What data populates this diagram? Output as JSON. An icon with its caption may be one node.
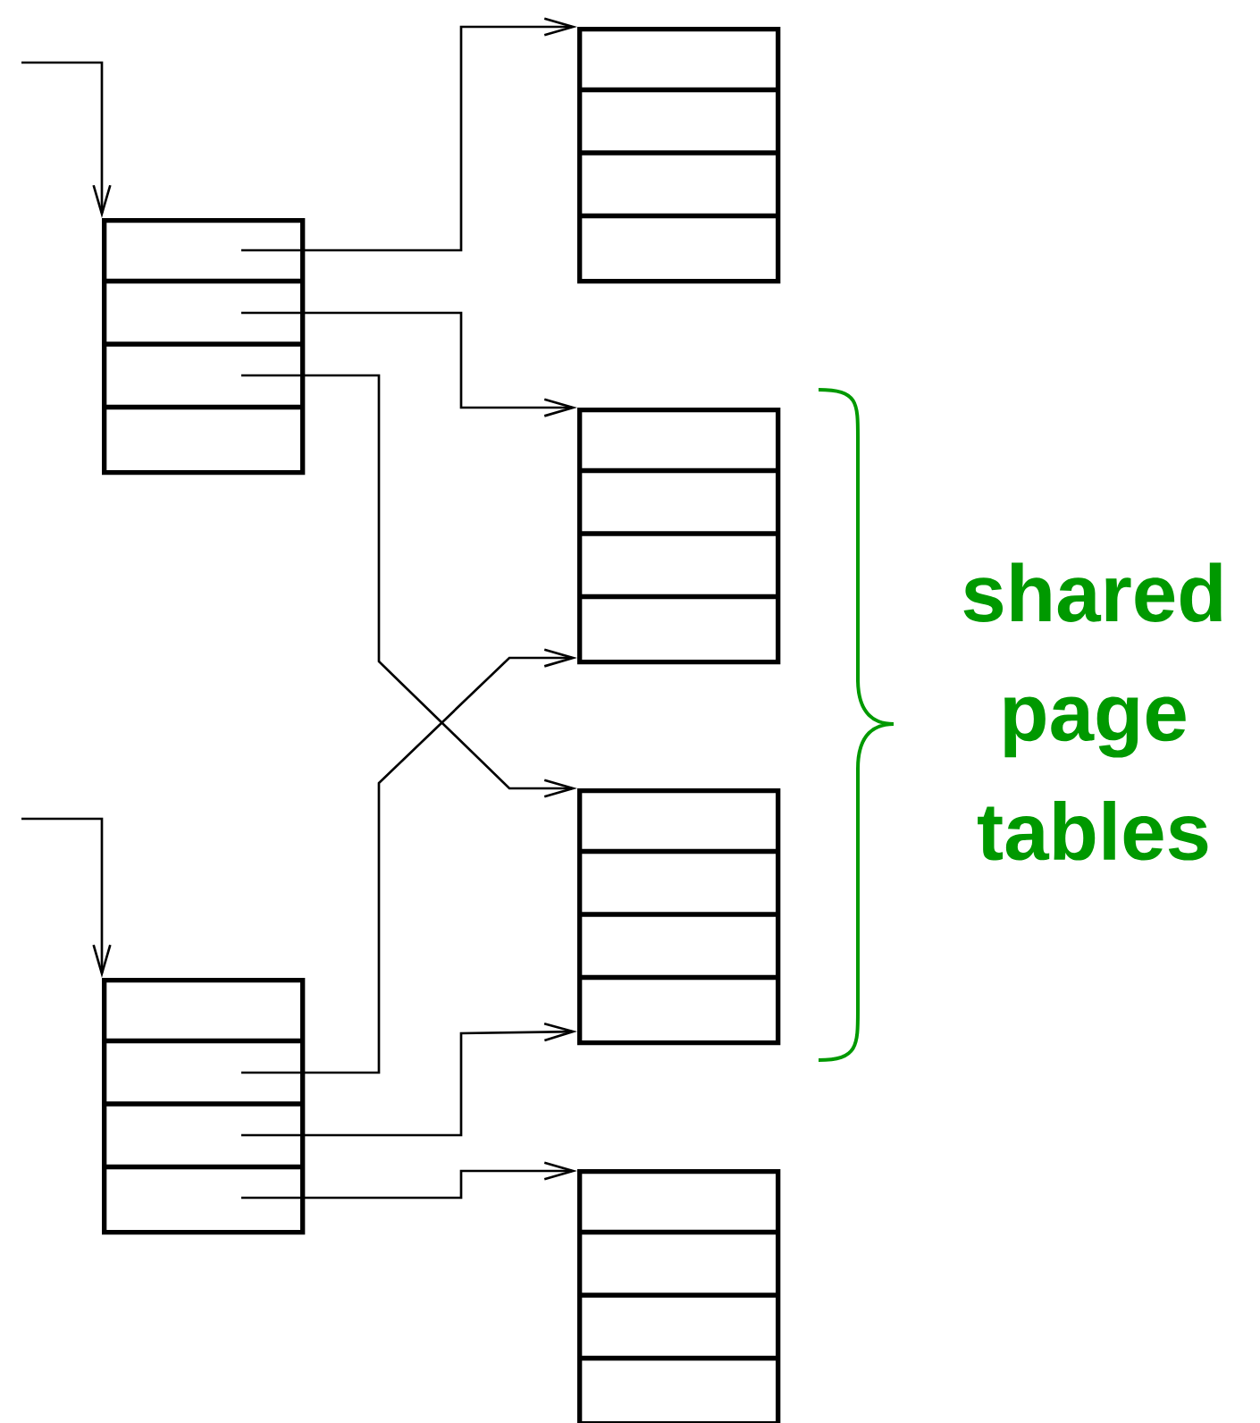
{
  "diagram": {
    "nodes": [
      {
        "text": [],
        "shape": "box"
      },
      {
        "text": [],
        "shape": "box"
      },
      {
        "text": [],
        "shape": "box"
      },
      {
        "text": [],
        "shape": "box"
      },
      {
        "text": [],
        "shape": "box"
      },
      {
        "text": [],
        "shape": "box"
      }
    ],
    "edges": [
      {
        "from": 1,
        "to": 0,
        "arrow": "to"
      },
      {
        "from": 1,
        "to": 2,
        "arrow": "to"
      },
      {
        "from": 1,
        "to": 3,
        "arrow": "to"
      },
      {
        "from": 4,
        "to": 2,
        "arrow": "to"
      },
      {
        "from": 4,
        "to": 3,
        "arrow": "to"
      },
      {
        "from": 4,
        "to": 5,
        "arrow": "to"
      },
      {
        "from": null,
        "to": 1,
        "arrow": "to"
      },
      {
        "from": null,
        "to": 4,
        "arrow": "to"
      }
    ],
    "labels": [
      "shared page tables"
    ]
  }
}
